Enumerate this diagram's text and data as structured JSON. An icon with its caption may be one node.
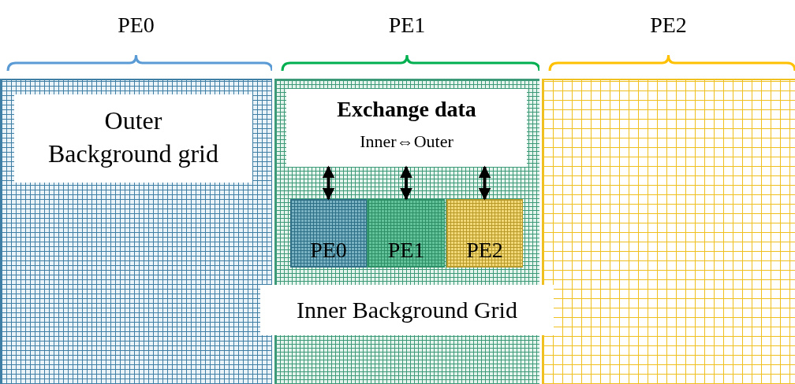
{
  "diagram": {
    "nodes": [
      {
        "text": [
          "PE0"
        ]
      },
      {
        "text": [
          "Outer Background grid"
        ],
        "in": 0
      },
      {
        "text": [
          "PE1"
        ]
      },
      {
        "text": [
          "Exchange data",
          "Inner⇔Outer"
        ],
        "in": 2
      },
      {
        "text": [
          "PE0"
        ],
        "in": 2
      },
      {
        "text": [
          "PE1"
        ],
        "in": 2
      },
      {
        "text": [
          "PE2"
        ],
        "in": 2
      },
      {
        "text": [
          "PE2"
        ]
      }
    ],
    "edges": [
      {
        "from": 4,
        "to": 3,
        "arrow": "both"
      },
      {
        "from": 5,
        "to": 3,
        "arrow": "both"
      },
      {
        "from": 6,
        "to": 3,
        "arrow": "both"
      }
    ],
    "labels": [
      "Inner Background Grid"
    ]
  }
}
